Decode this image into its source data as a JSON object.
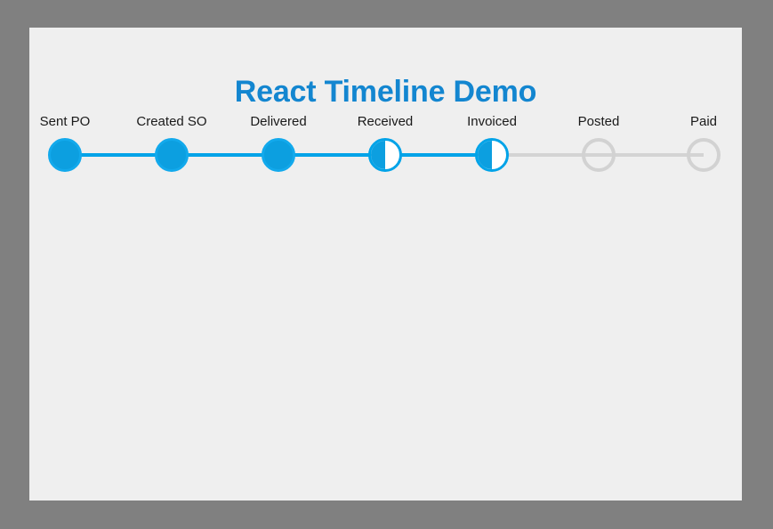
{
  "window": {
    "background_color": "#808080",
    "card_background_color": "#efefef"
  },
  "header": {
    "title": "React Timeline Demo",
    "title_color": "#1386d0"
  },
  "timeline": {
    "accent_color": "#00a3e8",
    "pending_color": "#d2d2d2",
    "steps": [
      {
        "label": "Sent PO",
        "state": "complete"
      },
      {
        "label": "Created SO",
        "state": "complete"
      },
      {
        "label": "Delivered",
        "state": "complete"
      },
      {
        "label": "Received",
        "state": "half"
      },
      {
        "label": "Invoiced",
        "state": "half"
      },
      {
        "label": "Posted",
        "state": "pending"
      },
      {
        "label": "Paid",
        "state": "pending"
      }
    ]
  }
}
